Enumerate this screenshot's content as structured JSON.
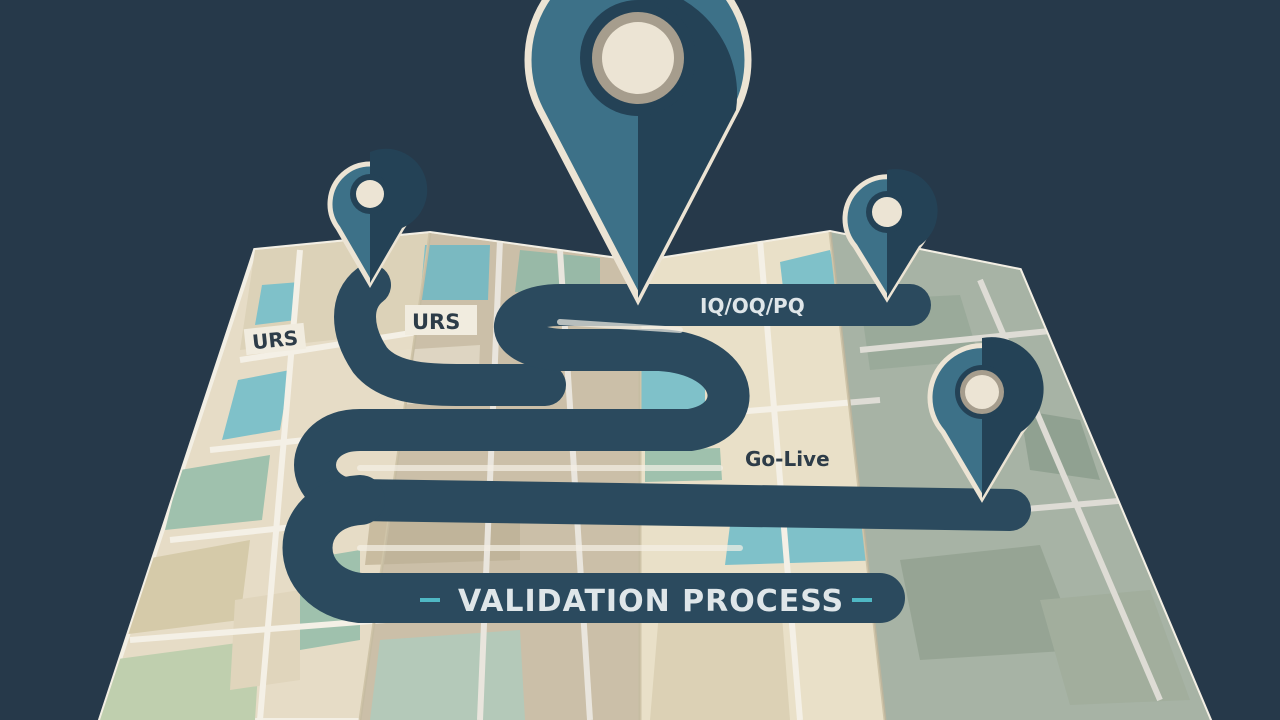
{
  "labels": {
    "urs_left": "URS",
    "urs_center": "URS",
    "iq_oq_pq": "IQ/OQ/PQ",
    "go_live": "Go-Live",
    "banner": "VALIDATION PROCESS"
  },
  "colors": {
    "background": "#26394a",
    "path": "#2b4a5e",
    "pin_teal": "#3d7188",
    "pin_dark": "#244256",
    "pin_center": "#ece4d4",
    "map_beige": "#e6dcc6",
    "map_teal": "#7fc1c9",
    "map_green": "#9fc1ad",
    "accent": "#4fb8c4"
  },
  "icons": [
    "map-pin-icon",
    "folded-map-icon"
  ]
}
